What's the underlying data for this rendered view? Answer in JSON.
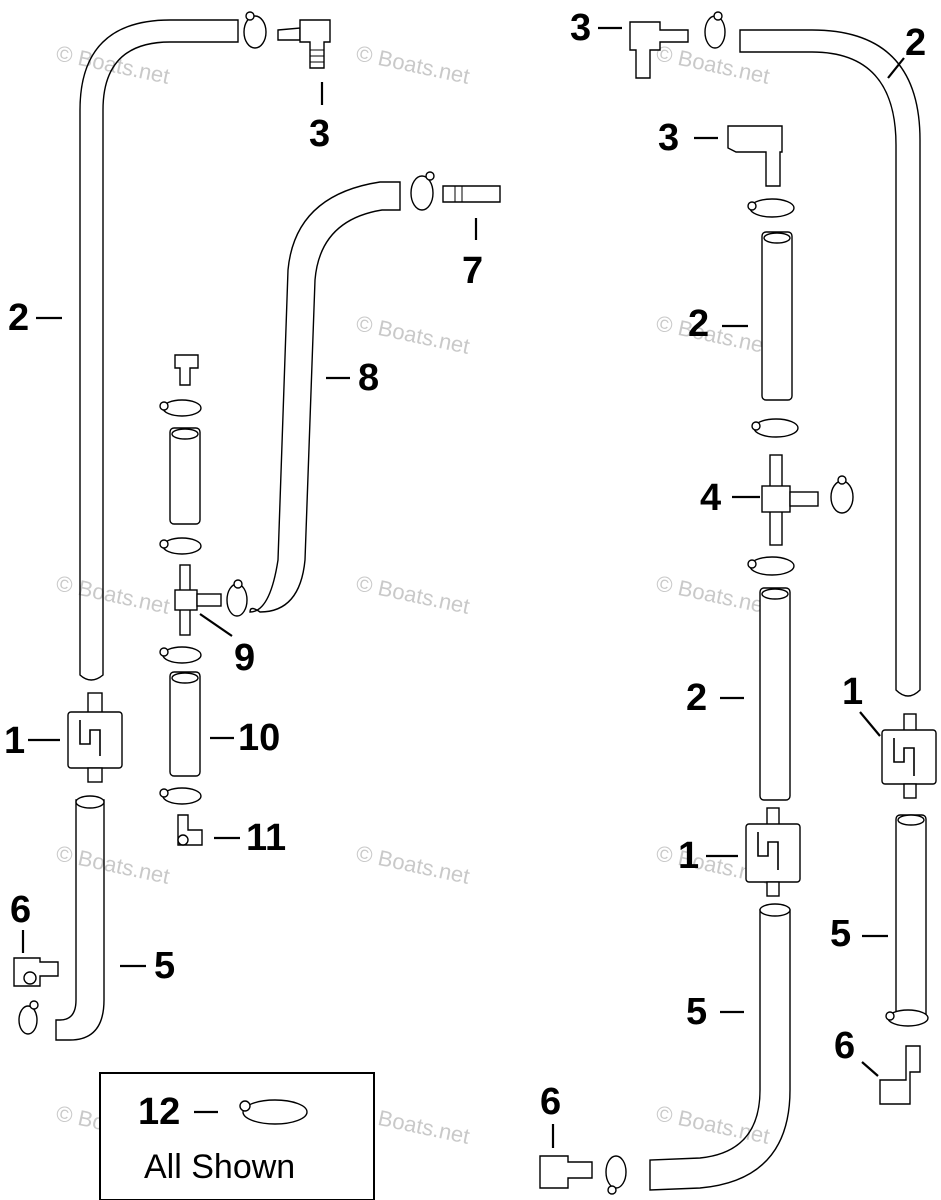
{
  "callouts": {
    "c3_top_left": "3",
    "c3_top_right": "3",
    "c3_right_mid": "3",
    "c2_left": "2",
    "c2_top_right": "2",
    "c2_right_upper": "2",
    "c2_right_lower": "2",
    "c7": "7",
    "c8": "8",
    "c4": "4",
    "c9": "9",
    "c10": "10",
    "c11": "11",
    "c1_left": "1",
    "c1_right_center": "1",
    "c1_right_outer": "1",
    "c6_left": "6",
    "c6_bottom": "6",
    "c6_right": "6",
    "c5_left": "5",
    "c5_right_center": "5",
    "c5_right_outer": "5"
  },
  "legend_box": {
    "callout": "12",
    "text": "All Shown"
  },
  "watermark": "© Boats.net"
}
